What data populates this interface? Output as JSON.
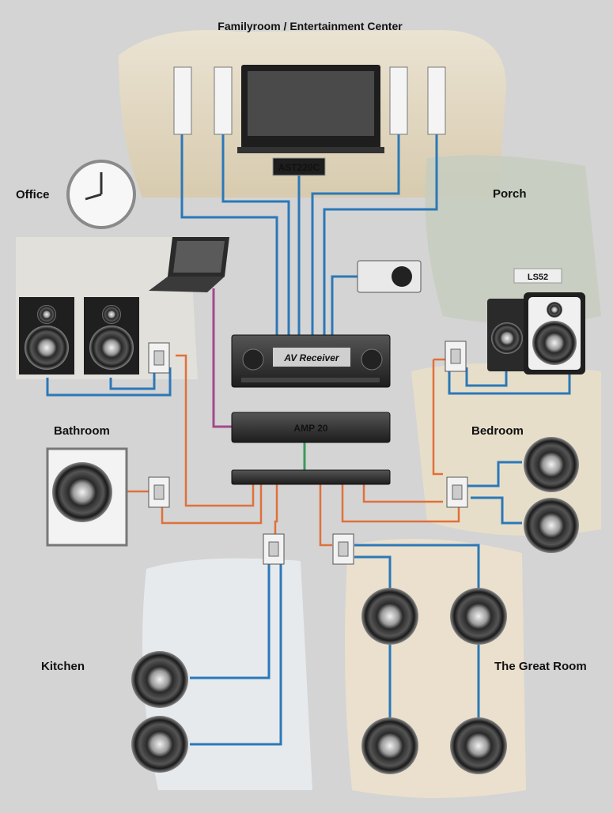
{
  "title": "Familyroom / Entertainment Center",
  "rooms": {
    "office": "Office",
    "porch": "Porch",
    "bathroom": "Bathroom",
    "bedroom": "Bedroom",
    "kitchen": "Kitchen",
    "great_room": "The Great Room"
  },
  "devices": {
    "tv_label": "AST220C",
    "receiver_label": "AV Receiver",
    "amp_label": "AMP 20",
    "porch_speaker_label": "LS52"
  },
  "colors": {
    "background": "#d4d4d4",
    "blue_wire": "#2b78b8",
    "orange_wire": "#e0703a",
    "purple_wire": "#a04a8a",
    "green_wire": "#3a9a5a",
    "device_dark": "#2c2c2c"
  },
  "icons": [
    "clock-icon",
    "laptop-icon",
    "projector-icon",
    "bookshelf-speaker-icon",
    "ceiling-speaker-icon",
    "volume-control-icon"
  ]
}
